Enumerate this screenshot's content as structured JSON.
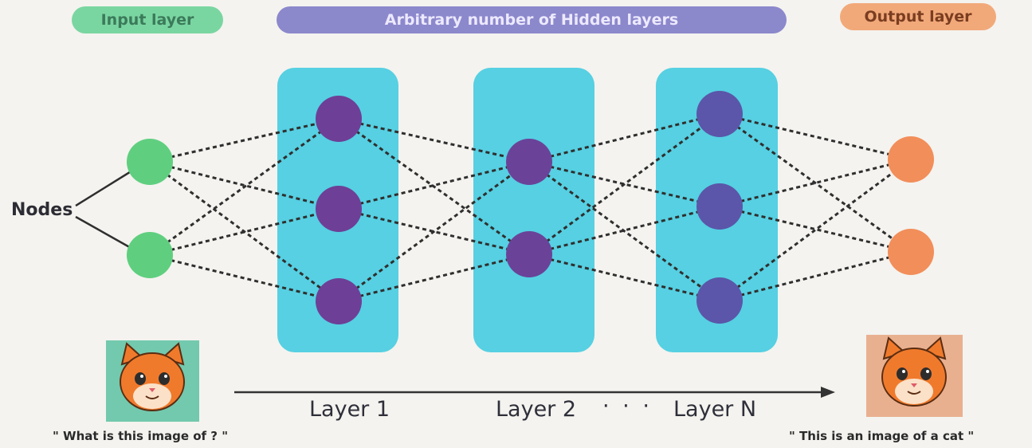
{
  "labels": {
    "input_layer": "Input layer",
    "hidden_layers": "Arbitrary number of Hidden layers",
    "output_layer": "Output layer",
    "nodes": "Nodes",
    "layer_1": "Layer 1",
    "layer_2": "Layer 2",
    "ellipsis": "· · ·",
    "layer_n": "Layer N",
    "question": "\" What is this image of ? \"",
    "answer": "\" This is an image of a cat \""
  },
  "network": {
    "layers": [
      {
        "name": "input",
        "node_count": 2,
        "color": "#5fcf7f"
      },
      {
        "name": "hidden-1",
        "node_count": 3,
        "color": "#6e3f97"
      },
      {
        "name": "hidden-2",
        "node_count": 2,
        "color": "#6a4399"
      },
      {
        "name": "hidden-n",
        "node_count": 3,
        "color": "#5b56a9"
      },
      {
        "name": "output",
        "node_count": 2,
        "color": "#f28e5a"
      }
    ],
    "connections": "fully-connected",
    "connection_style": "dashed",
    "hidden_band_color": "#56d0e2"
  },
  "icons": {
    "input_image": "cat-face-icon",
    "output_image": "cat-face-icon",
    "flow_arrow": "arrow-right-icon"
  }
}
